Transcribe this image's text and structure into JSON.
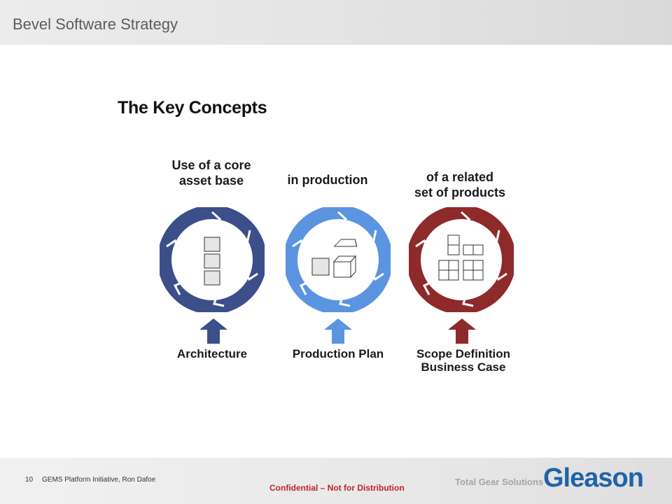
{
  "header": {
    "title": "Bevel Software Strategy"
  },
  "main": {
    "title": "The Key Concepts",
    "concepts": [
      {
        "top_line1": "Use of a core",
        "top_line2": "asset base",
        "bottom_line1": "Architecture",
        "bottom_line2": "",
        "color": "#3c4f8b"
      },
      {
        "top_line1": "in production",
        "top_line2": "",
        "bottom_line1": "Production Plan",
        "bottom_line2": "",
        "color": "#5b94e0"
      },
      {
        "top_line1": "of a related",
        "top_line2": "set of products",
        "bottom_line1": "Scope Definition",
        "bottom_line2": "Business Case",
        "color": "#8e2a2a"
      }
    ]
  },
  "footer": {
    "page_number": "10",
    "presentation": "GEMS Platform Initiative,  Ron Dafoe",
    "confidential": "Confidential  – Not for Distribution",
    "tagline": "Total Gear Solutions",
    "logo": "Gleason"
  }
}
